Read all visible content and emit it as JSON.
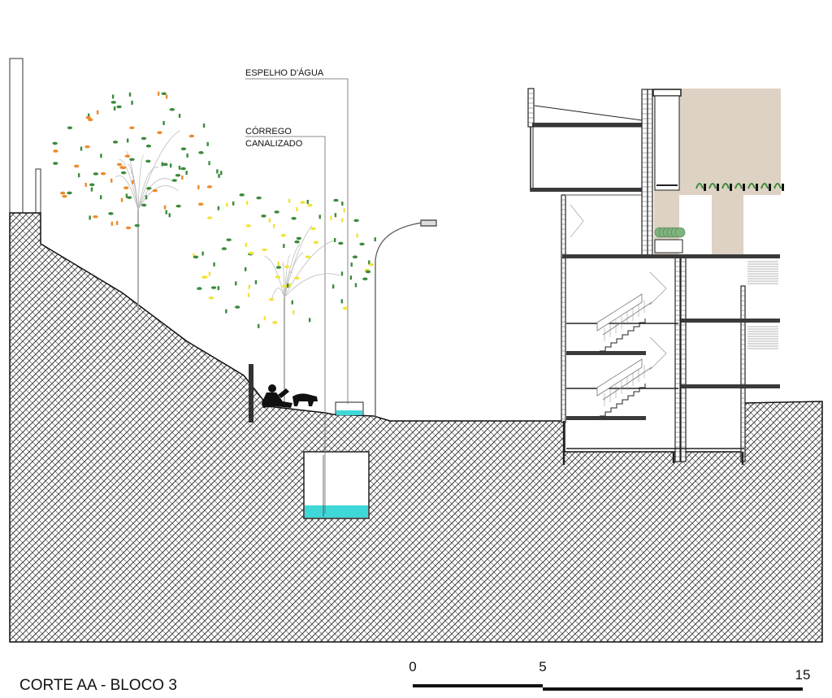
{
  "title": "CORTE AA - BLOCO 3",
  "labels": {
    "espelho": "ESPELHO D'ÁGUA",
    "corrego_line1": "CÓRREGO",
    "corrego_line2": "CANALIZADO"
  },
  "scale": {
    "ticks": [
      "0",
      "5",
      "15"
    ],
    "values": [
      0,
      5,
      15
    ]
  },
  "colors": {
    "water": "#3fd8d8",
    "terrace": "#ddd2c3",
    "hatch": "#3a3a3a",
    "foliage_green": "#3c8a3c",
    "foliage_orange": "#ee8a2a",
    "foliage_yellow": "#f3e23a",
    "line": "#222222"
  },
  "icons": {
    "people": "sitting-person-with-dog-icon",
    "lamp": "street-lamp-icon",
    "tree": "tree-icon"
  }
}
